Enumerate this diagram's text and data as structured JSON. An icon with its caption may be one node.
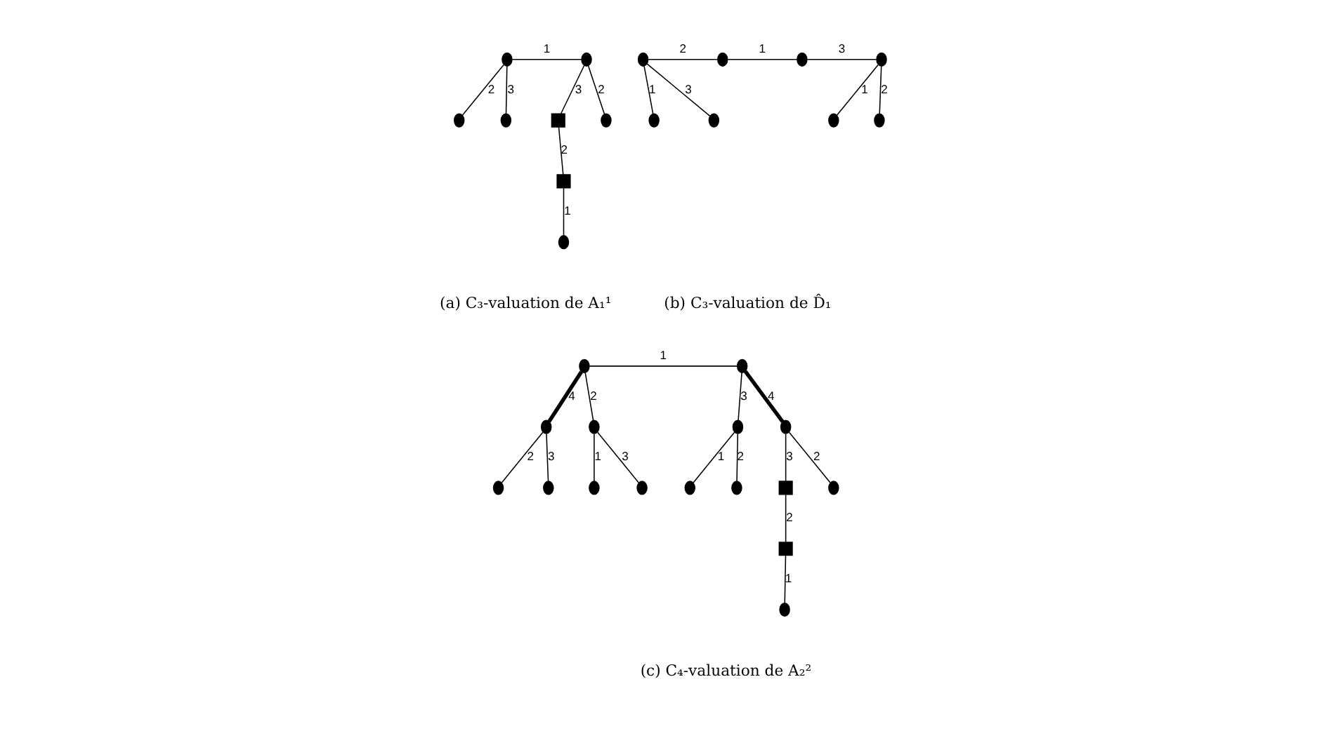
{
  "diagram": {
    "nodes": [
      {
        "text": [],
        "shape": "circle"
      },
      {
        "text": [],
        "shape": "circle"
      },
      {
        "text": [],
        "shape": "circle"
      },
      {
        "text": [],
        "shape": "circle"
      },
      {
        "text": [],
        "shape": "box"
      },
      {
        "text": [],
        "shape": "box"
      },
      {
        "text": [],
        "shape": "circle"
      },
      {
        "text": [],
        "shape": "circle"
      },
      {
        "text": [],
        "shape": "circle"
      },
      {
        "text": [],
        "shape": "circle"
      },
      {
        "text": [],
        "shape": "circle"
      },
      {
        "text": [],
        "shape": "circle"
      },
      {
        "text": [],
        "shape": "circle"
      },
      {
        "text": [],
        "shape": "circle"
      },
      {
        "text": [],
        "shape": "circle"
      },
      {
        "text": [],
        "shape": "circle"
      },
      {
        "text": [],
        "shape": "circle"
      },
      {
        "text": [],
        "shape": "circle"
      },
      {
        "text": [],
        "shape": "circle"
      },
      {
        "text": [],
        "shape": "circle"
      },
      {
        "text": [],
        "shape": "circle"
      },
      {
        "text": [],
        "shape": "circle"
      },
      {
        "text": [],
        "shape": "box"
      },
      {
        "text": [],
        "shape": "box"
      },
      {
        "text": [],
        "shape": "circle"
      },
      {
        "text": [],
        "shape": "circle"
      },
      {
        "text": [],
        "shape": "circle"
      },
      {
        "text": [],
        "shape": "circle"
      },
      {
        "text": [],
        "shape": "circle"
      },
      {
        "text": [],
        "shape": "circle"
      },
      {
        "text": [],
        "shape": "circle"
      },
      {
        "text": [],
        "shape": "circle"
      }
    ],
    "edges": [
      {
        "from": 0,
        "to": 1,
        "arrow": "none",
        "label": "1"
      },
      {
        "from": 0,
        "to": 2,
        "arrow": "none",
        "label": "2"
      },
      {
        "from": 0,
        "to": 3,
        "arrow": "none",
        "label": "3"
      },
      {
        "from": 1,
        "to": 6,
        "arrow": "none",
        "label": "2"
      },
      {
        "from": 1,
        "to": 4,
        "arrow": "none",
        "label": "3"
      },
      {
        "from": 4,
        "to": 5,
        "arrow": "none",
        "label": "2"
      },
      {
        "from": 5,
        "to": 7,
        "arrow": "none",
        "label": "1"
      },
      {
        "from": 8,
        "to": 9,
        "arrow": "none",
        "label": "2"
      },
      {
        "from": 9,
        "to": 10,
        "arrow": "none",
        "label": "1"
      },
      {
        "from": 10,
        "to": 11,
        "arrow": "none",
        "label": "3"
      },
      {
        "from": 8,
        "to": 12,
        "arrow": "none",
        "label": "1"
      },
      {
        "from": 8,
        "to": 13,
        "arrow": "none",
        "label": "3"
      },
      {
        "from": 11,
        "to": 14,
        "arrow": "none",
        "label": "1"
      },
      {
        "from": 11,
        "to": 15,
        "arrow": "none",
        "label": "2"
      },
      {
        "from": 16,
        "to": 17,
        "arrow": "none",
        "label": "1"
      },
      {
        "from": 16,
        "to": 18,
        "arrow": "none",
        "label": "4",
        "style": "thick"
      },
      {
        "from": 16,
        "to": 19,
        "arrow": "none",
        "label": "2"
      },
      {
        "from": 17,
        "to": 20,
        "arrow": "none",
        "label": "3"
      },
      {
        "from": 17,
        "to": 21,
        "arrow": "none",
        "label": "4",
        "style": "thick"
      },
      {
        "from": 18,
        "to": 24,
        "arrow": "none",
        "label": "2"
      },
      {
        "from": 18,
        "to": 25,
        "arrow": "none",
        "label": "3"
      },
      {
        "from": 19,
        "to": 26,
        "arrow": "none",
        "label": "1"
      },
      {
        "from": 19,
        "to": 27,
        "arrow": "none",
        "label": "3"
      },
      {
        "from": 20,
        "to": 28,
        "arrow": "none",
        "label": "1"
      },
      {
        "from": 20,
        "to": 29,
        "arrow": "none",
        "label": "2"
      },
      {
        "from": 21,
        "to": 30,
        "arrow": "none",
        "label": "2"
      },
      {
        "from": 21,
        "to": 22,
        "arrow": "none",
        "label": "3"
      },
      {
        "from": 22,
        "to": 23,
        "arrow": "none",
        "label": "2"
      },
      {
        "from": 23,
        "to": 31,
        "arrow": "none",
        "label": "1"
      }
    ],
    "labels": [
      "(a) C₃-valuation de A₁¹",
      "(b) C₃-valuation de D̂₁",
      "(c) C₄-valuation de A₂²"
    ]
  }
}
